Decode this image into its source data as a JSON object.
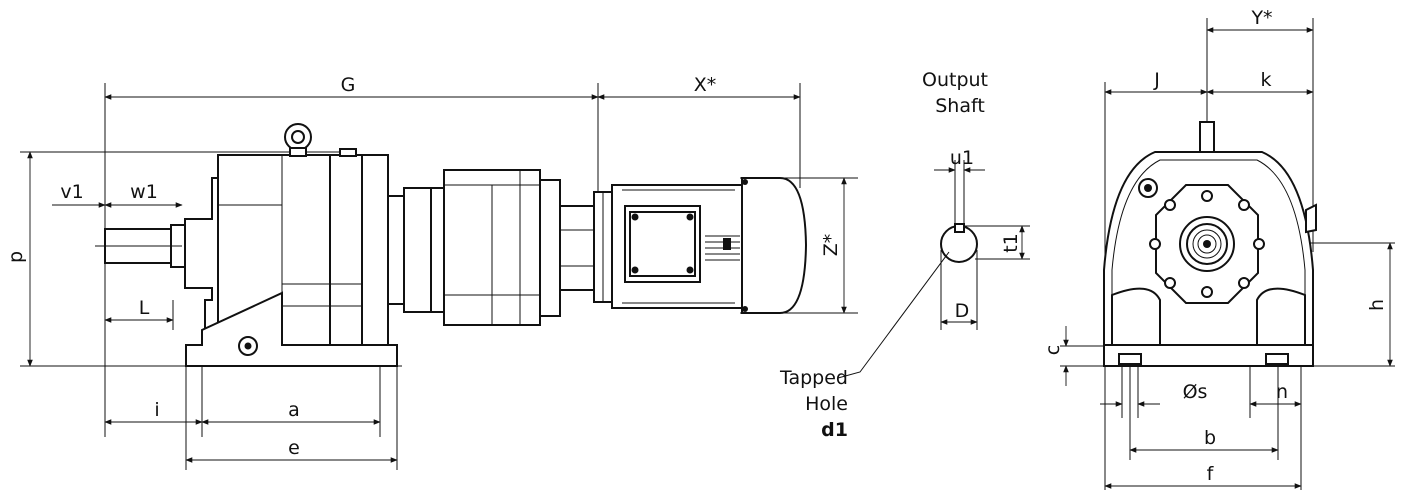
{
  "labels": {
    "G": "G",
    "X": "X*",
    "Y": "Y*",
    "J": "J",
    "k": "k",
    "p": "p",
    "Z": "Z*",
    "v1": "v1",
    "w1": "w1",
    "L": "L",
    "i": "i",
    "a": "a",
    "e": "e",
    "u1": "u1",
    "t1": "t1",
    "D": "D",
    "output_line1": "Output",
    "output_line2": "Shaft",
    "tapped_line1": "Tapped",
    "tapped_line2": "Hole",
    "d1": "d1",
    "h": "h",
    "c": "c",
    "s": "Øs",
    "n": "n",
    "b": "b",
    "f": "f"
  }
}
